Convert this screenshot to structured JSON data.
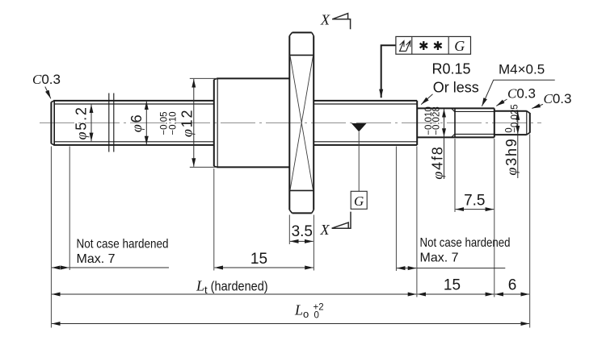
{
  "drawing": {
    "type": "engineering-shaft-drawing",
    "background": "#ffffff",
    "line_color": "#1b1b1b",
    "section_marker": "X",
    "ground_symbol": "G",
    "surface_spec": {
      "symbol_icon": "grinding-direction-arrows",
      "stars": "✱✱",
      "grade": "G"
    },
    "chamfers": {
      "left": {
        "prefix": "C",
        "value": "0.3"
      },
      "thread": {
        "prefix": "C",
        "value": "0.3"
      },
      "tip": {
        "prefix": "C",
        "value": "0.3"
      }
    },
    "thread_label": "M4×0.5",
    "radius_note": {
      "line1": "R0.15",
      "line2": "Or less"
    },
    "hardening_note_left": {
      "line1": "Not case hardened",
      "line2": "Max. 7"
    },
    "hardening_note_right": {
      "line1": "Not case hardened",
      "line2": "Max. 7"
    },
    "diameters": {
      "d52": {
        "sym": "φ",
        "val": "5.2"
      },
      "d6": {
        "sym": "φ",
        "val": "6",
        "tol_u": "−0.05",
        "tol_l": "−0.10"
      },
      "d12": {
        "sym": "φ",
        "val": "12"
      },
      "d4": {
        "sym": "φ",
        "val": "4f8",
        "tol_u": "−0.010",
        "tol_l": "−0.028"
      },
      "d3": {
        "sym": "φ",
        "val": "3h9",
        "tol_u": "0",
        "tol_l": "−0.025"
      }
    },
    "lengths": {
      "disc_width": "3.5",
      "block_length": "15",
      "thread_length": "7.5",
      "right_journal": "15",
      "tip_length": "6",
      "lt": {
        "sym": "L",
        "sub": "t",
        "note": " (hardened)"
      },
      "lo": {
        "sym": "L",
        "sub": "o",
        "tol_u": "+2",
        "tol_l": "0"
      }
    }
  }
}
